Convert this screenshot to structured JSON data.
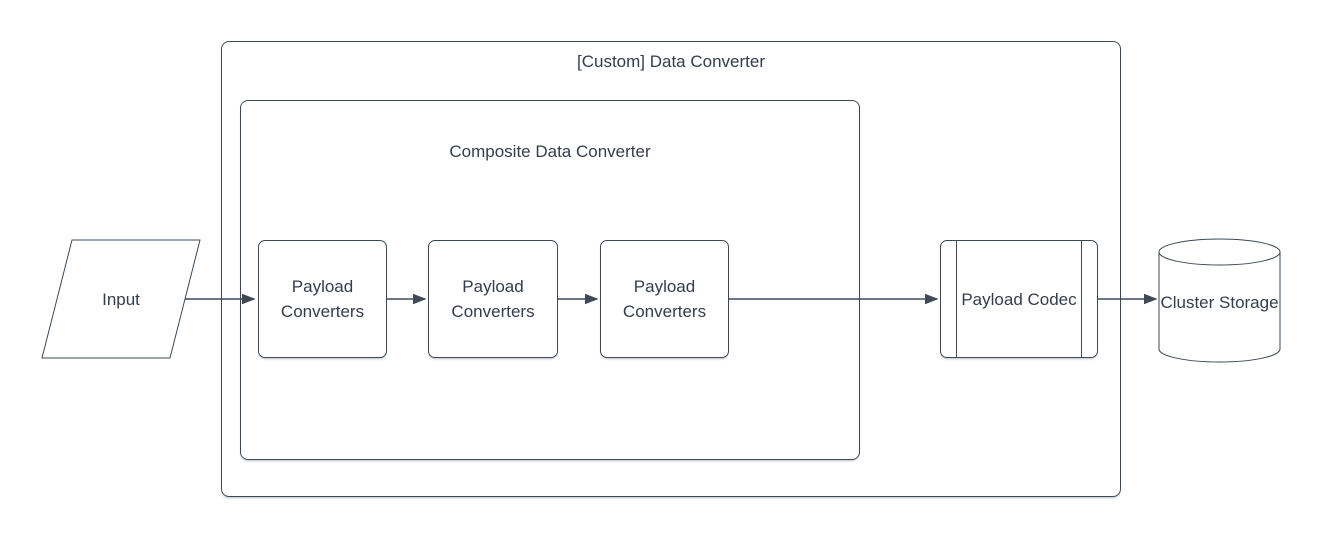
{
  "diagram": {
    "containers": [
      {
        "id": "custom-data-converter",
        "label": "[Custom] Data Converter",
        "shape": "rounded-container"
      },
      {
        "id": "composite-data-converter",
        "label": "Composite Data Converter",
        "shape": "rounded-container"
      }
    ],
    "nodes": [
      {
        "id": "input",
        "label": "Input",
        "shape": "parallelogram"
      },
      {
        "id": "payload-converters-1",
        "label": "Payload Converters",
        "shape": "process"
      },
      {
        "id": "payload-converters-2",
        "label": "Payload Converters",
        "shape": "process"
      },
      {
        "id": "payload-converters-3",
        "label": "Payload Converters",
        "shape": "process"
      },
      {
        "id": "payload-codec",
        "label": "Payload Codec",
        "shape": "predefined-process"
      },
      {
        "id": "cluster-storage",
        "label": "Cluster Storage",
        "shape": "cylinder"
      }
    ],
    "edges": [
      {
        "from": "input",
        "to": "payload-converters-1"
      },
      {
        "from": "payload-converters-1",
        "to": "payload-converters-2"
      },
      {
        "from": "payload-converters-2",
        "to": "payload-converters-3"
      },
      {
        "from": "payload-converters-3",
        "to": "payload-codec"
      },
      {
        "from": "payload-codec",
        "to": "cluster-storage"
      }
    ]
  },
  "colors": {
    "stroke": "#3e4857",
    "text": "#333d4d",
    "background": "#ffffff"
  }
}
